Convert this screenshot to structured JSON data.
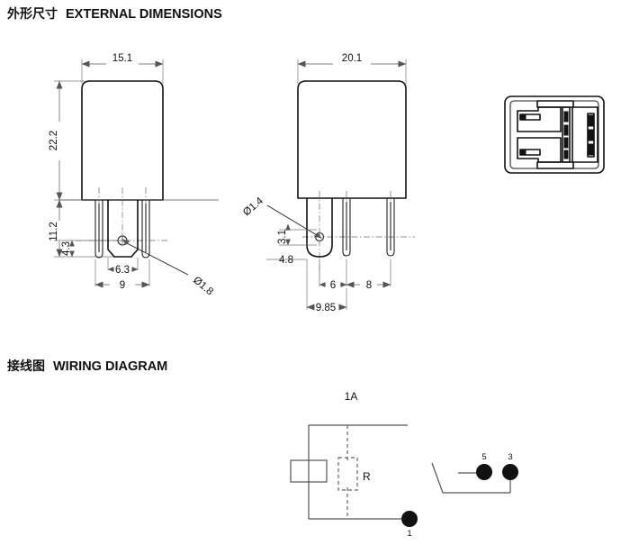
{
  "sections": {
    "external": {
      "cn": "外形尺寸",
      "en": "EXTERNAL DIMENSIONS"
    },
    "wiring": {
      "cn": "接线图",
      "en": "WIRING DIAGRAM"
    }
  },
  "views": {
    "side_view": {
      "name": "side-view",
      "dimensions": {
        "width_top": "15.1",
        "height_body": "22.2",
        "pin_length": "11.2",
        "tab_height": "4.3",
        "inner_span": "6.3",
        "outer_span": "9",
        "hole_dia": "Ø1.8"
      }
    },
    "front_view": {
      "name": "front-view",
      "dimensions": {
        "width_top": "20.1",
        "blade_dia": "Ø1.4",
        "tab_offset": "3.1",
        "tab_width": "4.8",
        "pitch_1": "6",
        "pitch_2": "8",
        "base_offset": "9.85"
      }
    },
    "bottom_view": {
      "name": "bottom-socket-view"
    }
  },
  "wiring": {
    "contact_form": "1A",
    "resistor_label": "R",
    "terminals": [
      {
        "id": "coil-terminal-1",
        "label": "1"
      },
      {
        "id": "contact-terminal-5",
        "label": "5"
      },
      {
        "id": "contact-terminal-3",
        "label": "3"
      }
    ]
  },
  "colors": {
    "outline": "#111111",
    "dimension": "#555555",
    "centerline": "#666666",
    "terminal": "#111111",
    "background": "#ffffff"
  }
}
